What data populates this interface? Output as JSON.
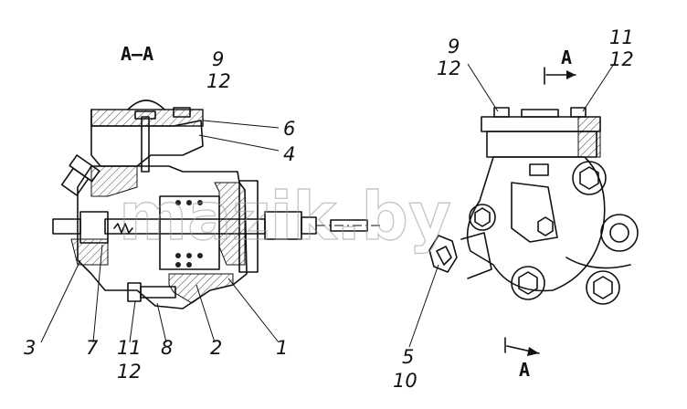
{
  "section_title": "А–А",
  "watermark": "mazik.by",
  "left_view": {
    "labels": {
      "l9": "9",
      "l12a": "12",
      "l6": "6",
      "l4": "4",
      "l3": "3",
      "l7": "7",
      "l11": "11",
      "l12b": "12",
      "l8": "8",
      "l2": "2",
      "l1": "1"
    }
  },
  "right_view": {
    "labels": {
      "r9": "9",
      "r12a": "12",
      "r11": "11",
      "r12b": "12",
      "r5": "5",
      "r10": "10"
    },
    "section_marker_top": "А",
    "section_marker_bottom": "А"
  },
  "colors": {
    "ink": "#111111",
    "watermark": "#9a9a9a",
    "background": "#ffffff"
  }
}
